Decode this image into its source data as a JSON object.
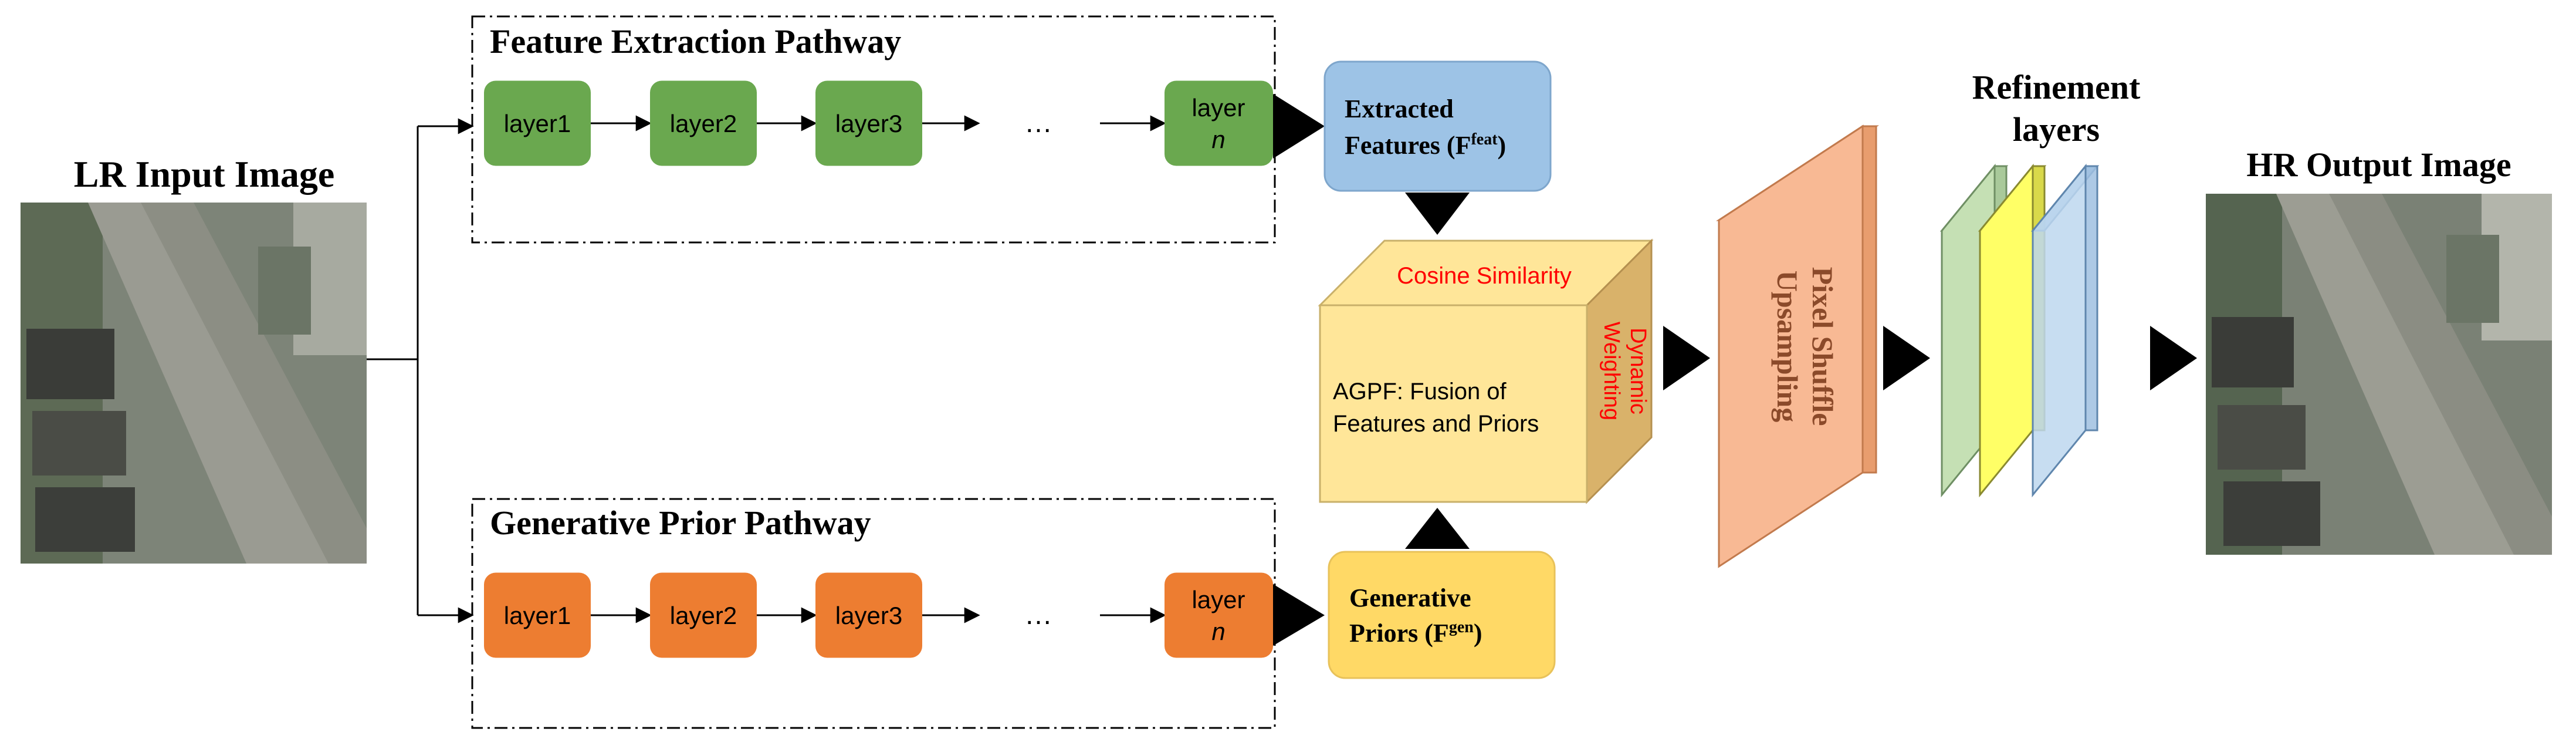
{
  "input": {
    "title": "LR Input Image"
  },
  "output": {
    "title": "HR Output Image"
  },
  "feature_pathway": {
    "title": "Feature Extraction Pathway",
    "layers": [
      "layer1",
      "layer2",
      "layer3"
    ],
    "ellipsis": "…",
    "last_layer": "layer",
    "last_layer_index": "n",
    "color": "#6aa84f"
  },
  "prior_pathway": {
    "title": "Generative Prior Pathway",
    "layers": [
      "layer1",
      "layer2",
      "layer3"
    ],
    "ellipsis": "…",
    "last_layer": "layer",
    "last_layer_index": "n",
    "color": "#ed7d31"
  },
  "extracted_features": {
    "line1": "Extracted",
    "line2": "Features (F",
    "superscript": "feat",
    "line2_end": ")",
    "color": "#9dc3e6"
  },
  "generative_priors": {
    "line1": "Generative",
    "line2": "Priors (F",
    "superscript": "gen",
    "line2_end": ")",
    "color": "#ffd966"
  },
  "agpf": {
    "top_label": "Cosine Similarity",
    "side_label_1": "Dynamic",
    "side_label_2": "Weighting",
    "front_line1": "AGPF: Fusion of",
    "front_line2": "Features and Priors",
    "face_color": "#ffe699",
    "accent_color": "#ff0000"
  },
  "pixel_shuffle": {
    "line1": "Pixel Shuffle",
    "line2": "Upsampling",
    "color": "#f8b994"
  },
  "refinement": {
    "title_line1": "Refinement",
    "title_line2": "layers",
    "colors": [
      "#c5e0b4",
      "#ffff66",
      "#bdd7ee"
    ]
  }
}
